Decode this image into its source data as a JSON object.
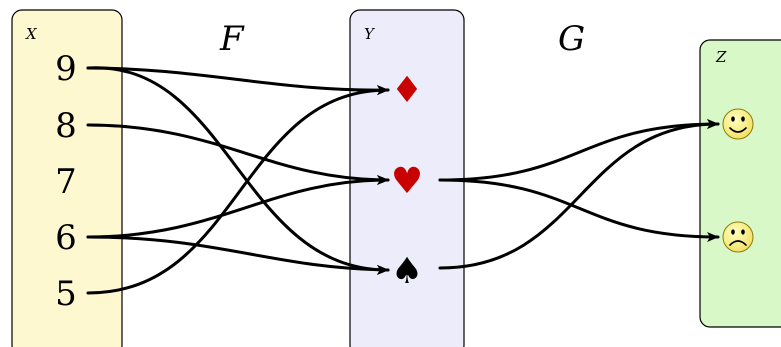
{
  "sets": {
    "x": {
      "label": "X",
      "fill": "#fdf8d0",
      "elements": [
        "9",
        "8",
        "7",
        "6",
        "5"
      ]
    },
    "y": {
      "label": "Y",
      "fill": "#ececfb",
      "elements": [
        "♦",
        "♥",
        "♠"
      ],
      "suit_colors": [
        "#c80000",
        "#c80000",
        "#000000"
      ]
    },
    "z": {
      "label": "Z",
      "fill": "#d8f8c8",
      "elements": [
        "smiley-face",
        "frowning-face"
      ]
    }
  },
  "maps": {
    "f": "F",
    "g": "G"
  },
  "mapping_f": [
    {
      "from": "9",
      "to": "♦"
    },
    {
      "from": "9",
      "to": "♠"
    },
    {
      "from": "8",
      "to": "♥"
    },
    {
      "from": "6",
      "to": "♥"
    },
    {
      "from": "6",
      "to": "♠"
    },
    {
      "from": "5",
      "to": "♦"
    }
  ],
  "mapping_g": [
    {
      "from": "♥",
      "to": "smiley-face"
    },
    {
      "from": "♥",
      "to": "frowning-face"
    },
    {
      "from": "♠",
      "to": "smiley-face"
    }
  ]
}
